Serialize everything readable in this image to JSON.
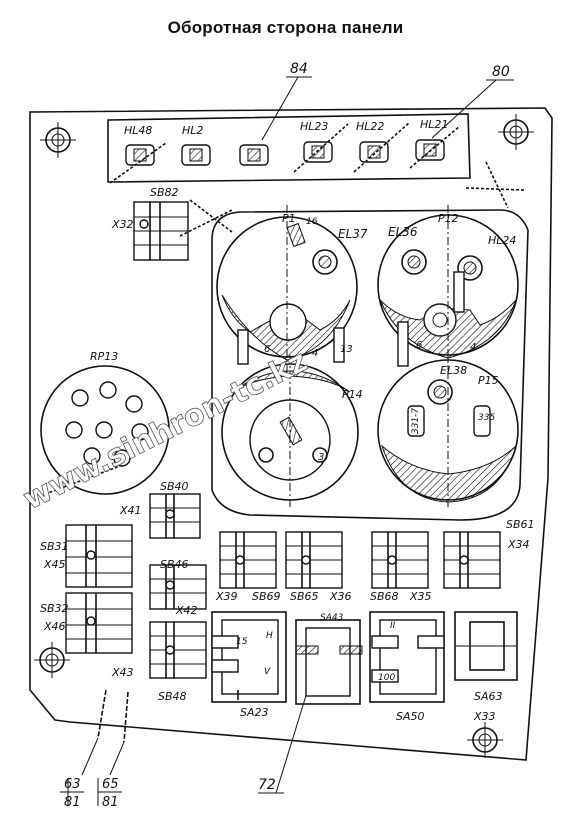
{
  "title": "Оборотная сторона панели",
  "watermark": "www.sinhron-tc.kz",
  "leaders": {
    "top_left": "84",
    "top_right": "80",
    "bottom_center": "72"
  },
  "fractions": [
    {
      "num": "63",
      "den": "81"
    },
    {
      "num": "65",
      "den": "81"
    }
  ],
  "lamps": [
    "HL48",
    "HL2",
    "HL23",
    "HL22",
    "HL21",
    "HL24"
  ],
  "components": {
    "SB82": "SB82",
    "X32": "X32",
    "P1": "P1",
    "EL37": "EL37",
    "EL36": "EL36",
    "P12": "P12",
    "RP13": "RP13",
    "P14": "P14",
    "EL38": "EL38",
    "P15": "P15",
    "SB40": "SB40",
    "X41": "X41",
    "SB31": "SB31",
    "X45": "X45",
    "SB46": "SB46",
    "SB32": "SB32",
    "X46": "X46",
    "X42": "X42",
    "SB48": "SB48",
    "X43": "X43",
    "X39": "X39",
    "SB69": "SB69",
    "SB65": "SB65",
    "X36": "X36",
    "SB68": "SB68",
    "X35": "X35",
    "SB61": "SB61",
    "X34": "X34",
    "SA43": "SA43",
    "SA23": "SA23",
    "SA50": "SA50",
    "SA63": "SA63",
    "X33": "X33"
  },
  "terminals": {
    "t16": "16",
    "t6a": "6",
    "t4a": "4",
    "t13": "13",
    "t6b": "6",
    "t4b": "4",
    "t3": "3",
    "t331": "331-7",
    "t335": "335",
    "t15": "15",
    "tH": "H",
    "tV": "V",
    "t100": "100",
    "tII": "II"
  },
  "accent": "#111111"
}
